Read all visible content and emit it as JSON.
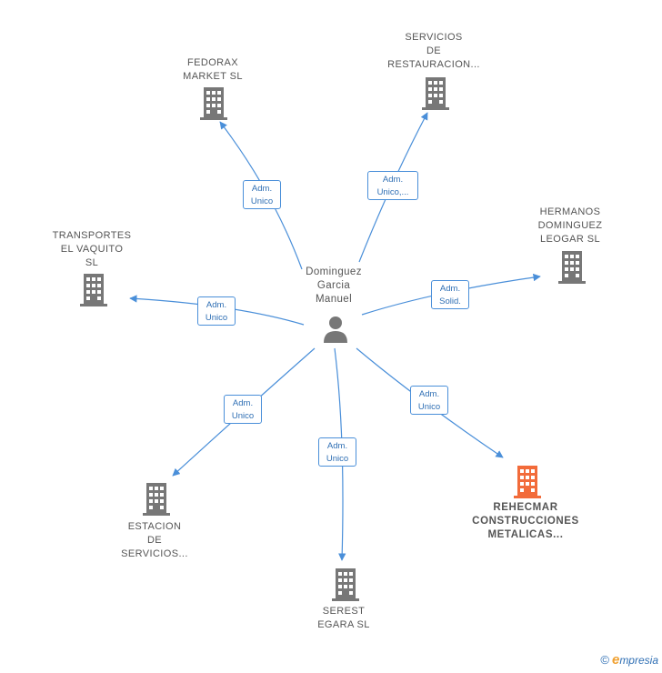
{
  "center": {
    "label": "Dominguez\nGarcia\nManuel",
    "icon": "person-icon"
  },
  "companies": [
    {
      "key": "fedorax",
      "label": "FEDORAX\nMARKET  SL",
      "icon": "building-icon",
      "color": "#777777"
    },
    {
      "key": "servicios",
      "label": "SERVICIOS\nDE\nRESTAURACION...",
      "icon": "building-icon",
      "color": "#777777"
    },
    {
      "key": "hermanos",
      "label": "HERMANOS\nDOMINGUEZ\nLEOGAR  SL",
      "icon": "building-icon",
      "color": "#777777"
    },
    {
      "key": "transportes",
      "label": "TRANSPORTES\nEL VAQUITO\nSL",
      "icon": "building-icon",
      "color": "#777777"
    },
    {
      "key": "estacion",
      "label": "ESTACION\nDE\nSERVICIOS...",
      "icon": "building-icon",
      "color": "#777777"
    },
    {
      "key": "serest",
      "label": "SEREST\nEGARA  SL",
      "icon": "building-icon",
      "color": "#777777"
    },
    {
      "key": "rehecmar",
      "label": "REHECMAR\nCONSTRUCCIONES\nMETALICAS...",
      "icon": "building-icon",
      "color": "#f26b3a"
    }
  ],
  "edges": [
    {
      "key": "fedorax",
      "label": "Adm.\nUnico"
    },
    {
      "key": "servicios",
      "label": "Adm.\nUnico,..."
    },
    {
      "key": "hermanos",
      "label": "Adm.\nSolid."
    },
    {
      "key": "transportes",
      "label": "Adm.\nUnico"
    },
    {
      "key": "estacion",
      "label": "Adm.\nUnico"
    },
    {
      "key": "serest",
      "label": "Adm.\nUnico"
    },
    {
      "key": "rehecmar",
      "label": "Adm.\nUnico"
    }
  ],
  "footer": {
    "copyright": "©",
    "brand_initial": "e",
    "brand_rest": "mpresia"
  }
}
